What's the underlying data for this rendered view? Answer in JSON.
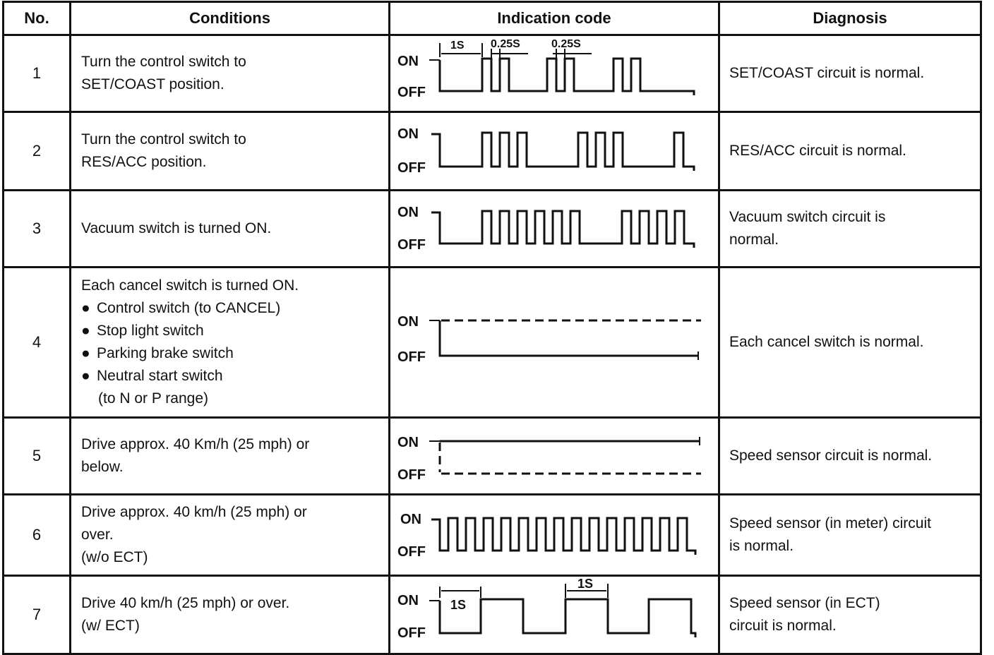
{
  "headers": {
    "no": "No.",
    "conditions": "Conditions",
    "indication": "Indication code",
    "diagnosis": "Diagnosis"
  },
  "signal_labels": {
    "on": "ON",
    "off": "OFF"
  },
  "timing_labels": {
    "one_s": "1S",
    "quarter_s": "0.25S"
  },
  "rows": [
    {
      "no": "1",
      "condition_lines": [
        "Turn the control switch to",
        "SET/COAST position."
      ],
      "diagnosis_lines": [
        "SET/COAST circuit is normal."
      ]
    },
    {
      "no": "2",
      "condition_lines": [
        "Turn the control switch to",
        "RES/ACC position."
      ],
      "diagnosis_lines": [
        "RES/ACC circuit is normal."
      ]
    },
    {
      "no": "3",
      "condition_lines": [
        "Vacuum switch is turned ON."
      ],
      "diagnosis_lines": [
        "Vacuum switch circuit is",
        "normal."
      ]
    },
    {
      "no": "4",
      "condition_lines": [
        "Each cancel switch is turned ON."
      ],
      "condition_bullets": [
        "Control switch (to CANCEL)",
        "Stop light switch",
        "Parking brake switch",
        "Neutral start switch"
      ],
      "condition_tail": "(to N or P range)",
      "diagnosis_lines": [
        "Each cancel switch is normal."
      ]
    },
    {
      "no": "5",
      "condition_lines": [
        "Drive approx. 40 Km/h (25 mph) or",
        "below."
      ],
      "diagnosis_lines": [
        "Speed sensor circuit is normal."
      ]
    },
    {
      "no": "6",
      "condition_lines": [
        "Drive approx. 40 km/h (25 mph) or",
        "over.",
        "(w/o ECT)"
      ],
      "diagnosis_lines": [
        "Speed sensor (in meter) circuit",
        "is normal."
      ]
    },
    {
      "no": "7",
      "condition_lines": [
        "Drive 40 km/h (25 mph) or over.",
        "(w/ ECT)"
      ],
      "diagnosis_lines": [
        "Speed sensor (in ECT)",
        "circuit is normal."
      ]
    }
  ]
}
